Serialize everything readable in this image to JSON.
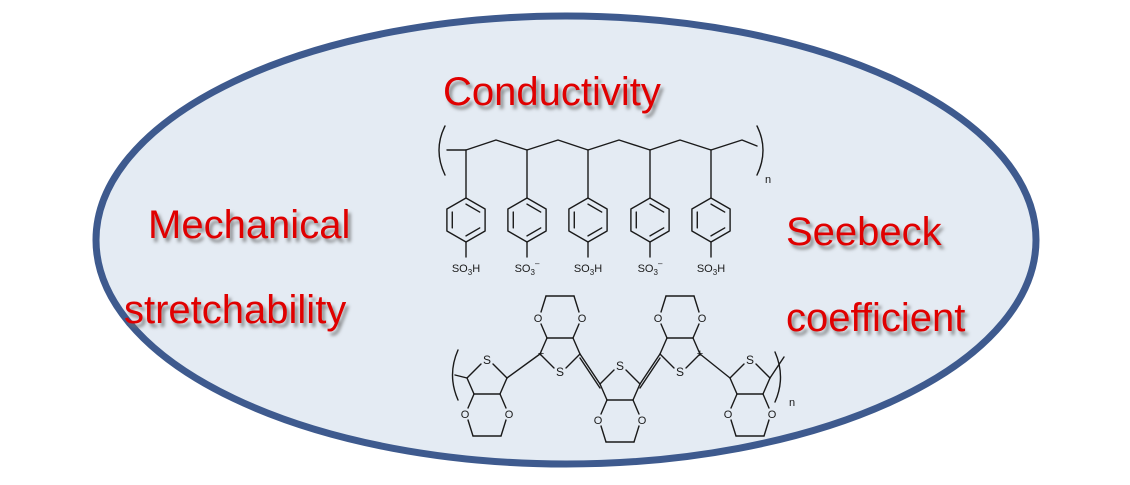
{
  "labels": {
    "conductivity": "Conductivity",
    "mechanical_line1": "Mechanical",
    "mechanical_line2": "stretchability",
    "seebeck_line1": "Seebeck",
    "seebeck_line2": "coefficient"
  },
  "pss": {
    "substituents": [
      "SO3H",
      "SO3-",
      "SO3H",
      "SO3-",
      "SO3H"
    ],
    "repeat_index": "n"
  },
  "pedot": {
    "ring_atom": "S",
    "ether_atom": "O",
    "charge": "+",
    "repeat_index": "n"
  },
  "colors": {
    "ellipse_fill": "#e4ebf3",
    "ellipse_stroke": "#3e5a8e",
    "label_text": "#e00000"
  }
}
